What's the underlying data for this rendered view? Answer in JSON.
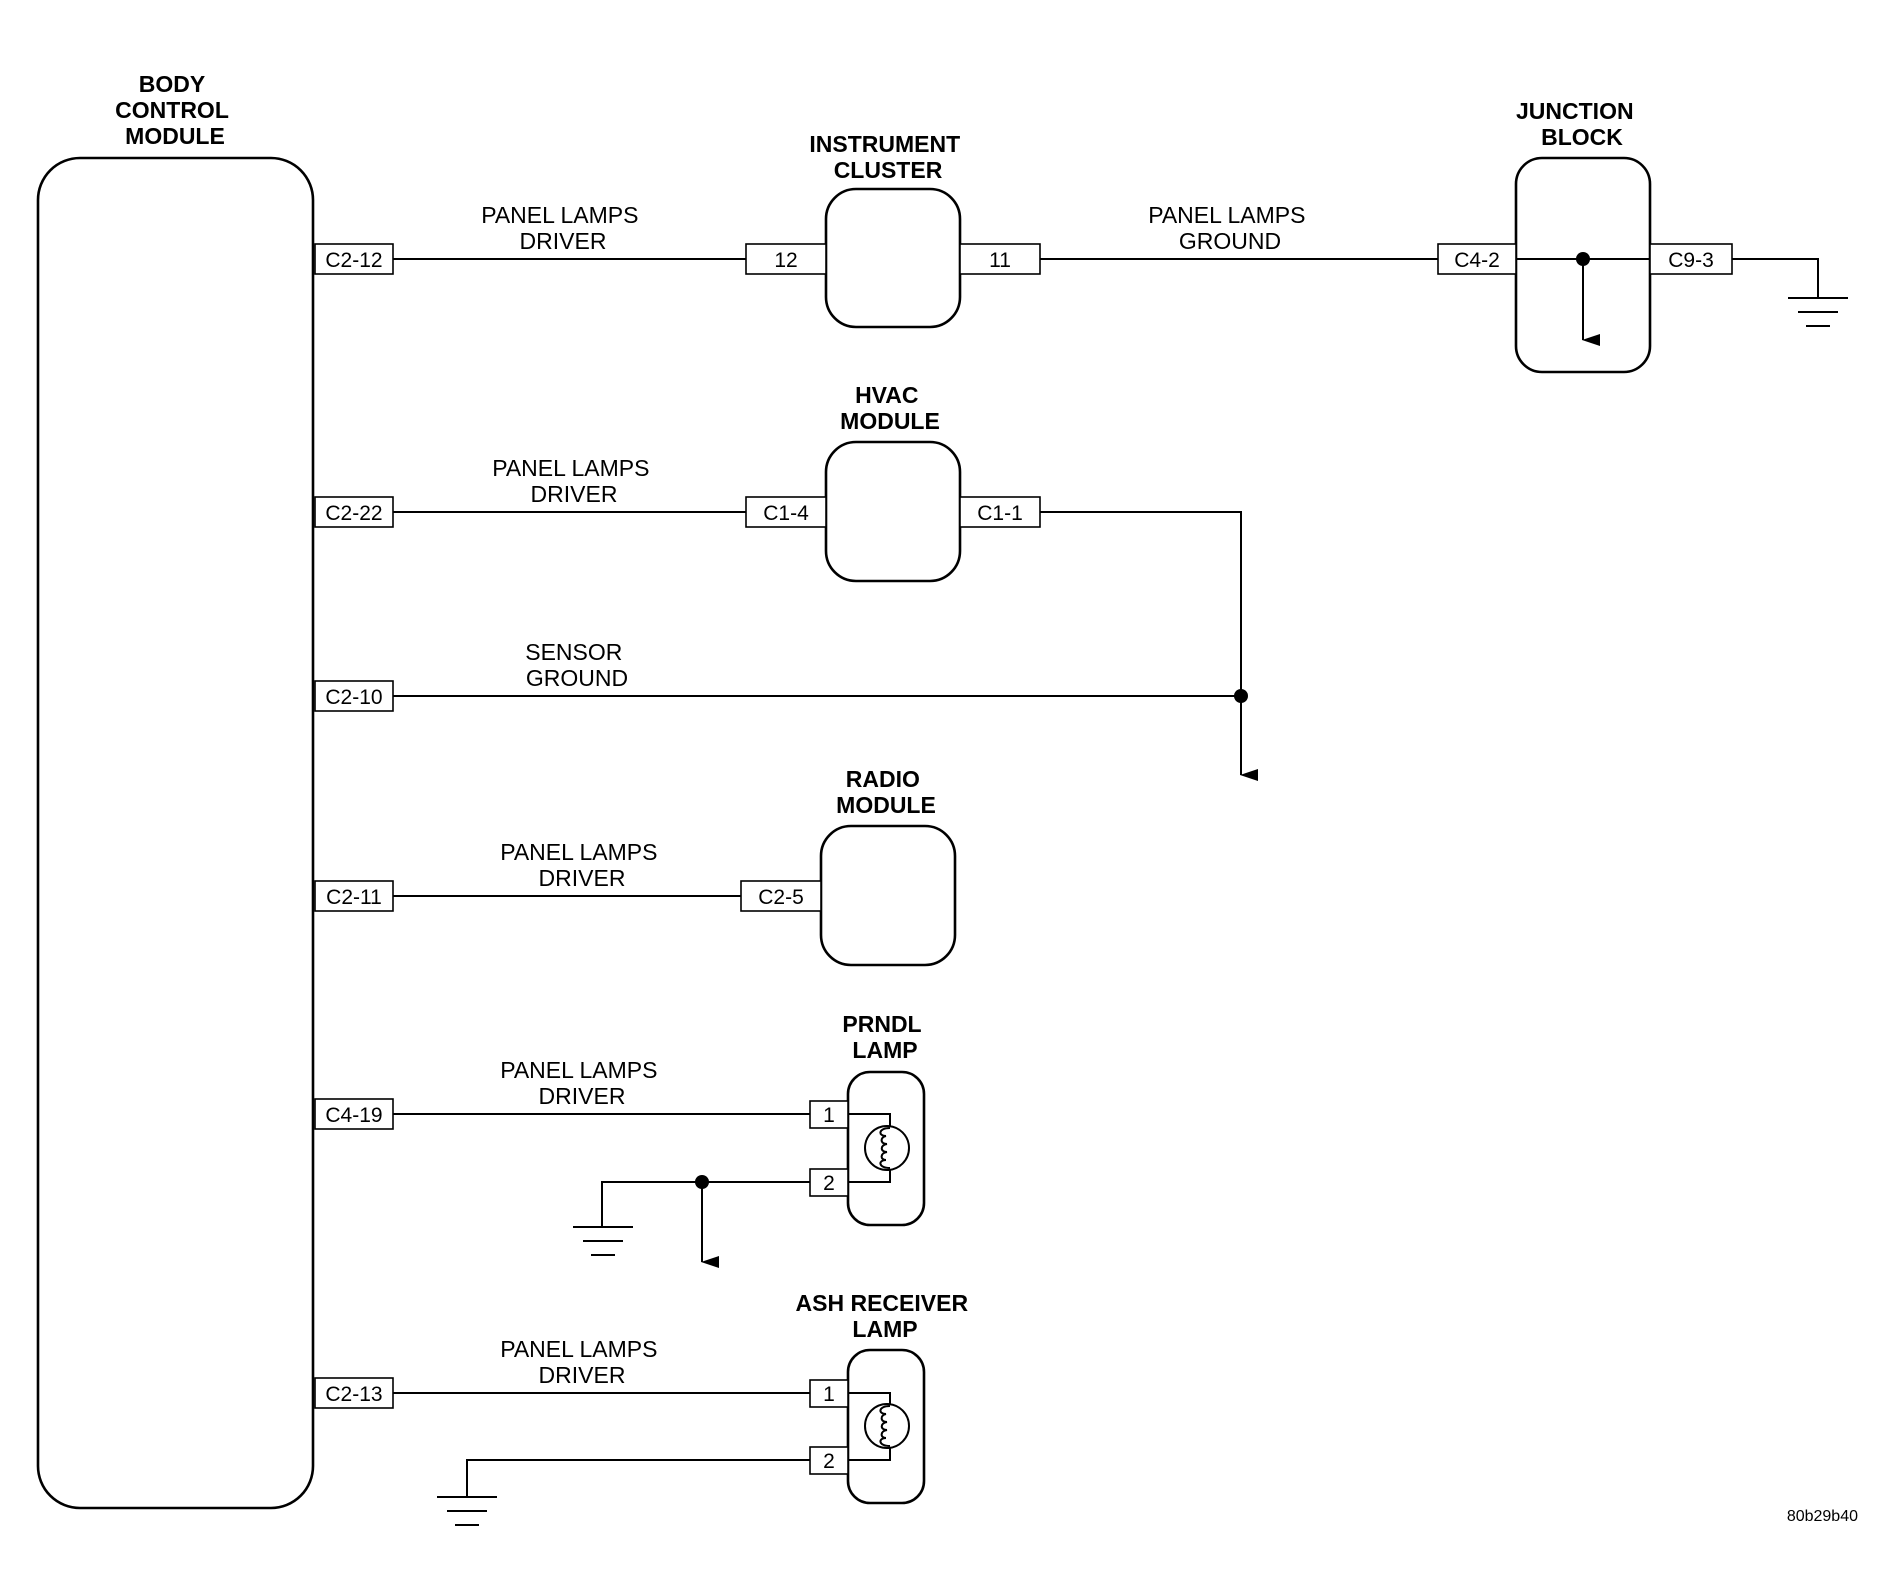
{
  "diagram": {
    "figure_code": "80b29b40",
    "components": {
      "bcm": {
        "title": [
          "BODY",
          "CONTROL",
          "MODULE"
        ]
      },
      "instrument_cluster": {
        "title": [
          "INSTRUMENT",
          "CLUSTER"
        ]
      },
      "junction_block": {
        "title": [
          "JUNCTION",
          "BLOCK"
        ]
      },
      "hvac_module": {
        "title": [
          "HVAC",
          "MODULE"
        ]
      },
      "radio_module": {
        "title": [
          "RADIO",
          "MODULE"
        ]
      },
      "prndl_lamp": {
        "title": [
          "PRNDL",
          "LAMP"
        ]
      },
      "ash_receiver_lamp": {
        "title": [
          "ASH RECEIVER",
          "LAMP"
        ]
      }
    },
    "pins": {
      "bcm_c2_12": "C2-12",
      "bcm_c2_22": "C2-22",
      "bcm_c2_10": "C2-10",
      "bcm_c2_11": "C2-11",
      "bcm_c4_19": "C4-19",
      "bcm_c2_13": "C2-13",
      "ic_12": "12",
      "ic_11": "11",
      "jb_c4_2": "C4-2",
      "jb_c9_3": "C9-3",
      "hvac_c1_4": "C1-4",
      "hvac_c1_1": "C1-1",
      "radio_c2_5": "C2-5",
      "prndl_1": "1",
      "prndl_2": "2",
      "ash_1": "1",
      "ash_2": "2"
    },
    "wires": {
      "ic_driver": [
        "PANEL LAMPS",
        "DRIVER"
      ],
      "ic_ground": [
        "PANEL LAMPS",
        "GROUND"
      ],
      "hvac_driver": [
        "PANEL LAMPS",
        "DRIVER"
      ],
      "sensor_ground": [
        "SENSOR",
        "GROUND"
      ],
      "radio_driver": [
        "PANEL LAMPS",
        "DRIVER"
      ],
      "prndl_driver": [
        "PANEL LAMPS",
        "DRIVER"
      ],
      "ash_driver": [
        "PANEL LAMPS",
        "DRIVER"
      ]
    }
  }
}
